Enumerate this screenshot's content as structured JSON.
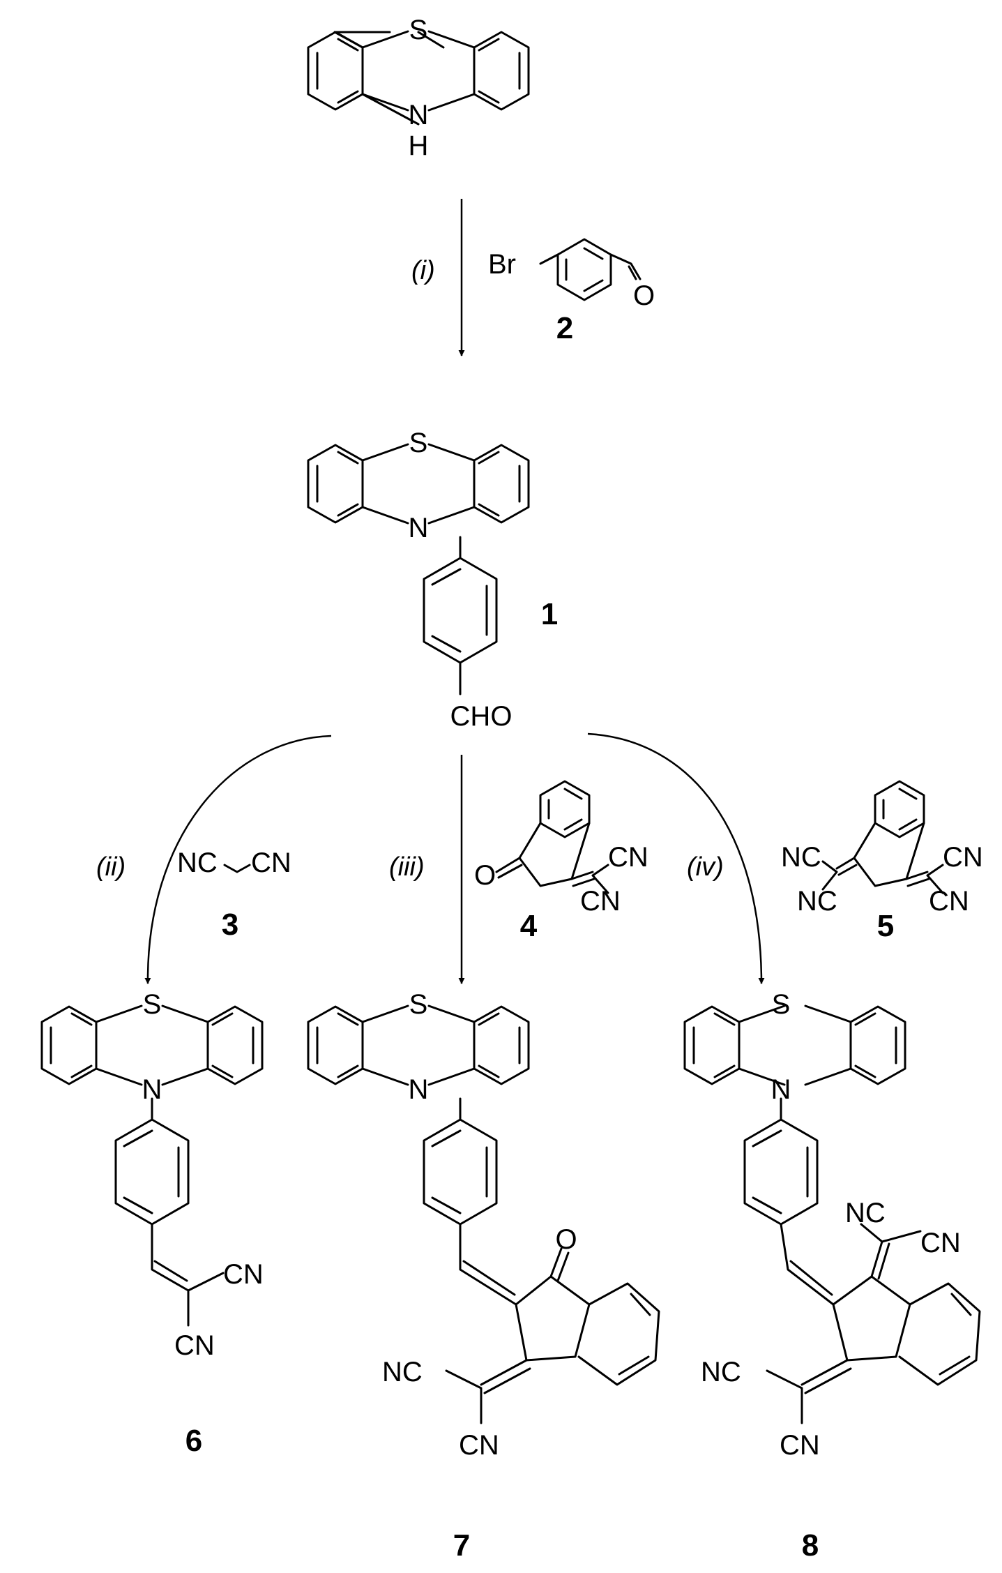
{
  "atoms": {
    "S": "S",
    "N": "N",
    "H": "H",
    "O": "O",
    "Br": "Br",
    "CN": "CN",
    "NC": "NC",
    "CHO": "CHO"
  },
  "conditions": {
    "i": "(i)",
    "ii": "(ii)",
    "iii": "(iii)",
    "iv": "(iv)"
  },
  "compounds": {
    "c1": "1",
    "c2": "2",
    "c3": "3",
    "c4": "4",
    "c5": "5",
    "c6": "6",
    "c7": "7",
    "c8": "8"
  }
}
